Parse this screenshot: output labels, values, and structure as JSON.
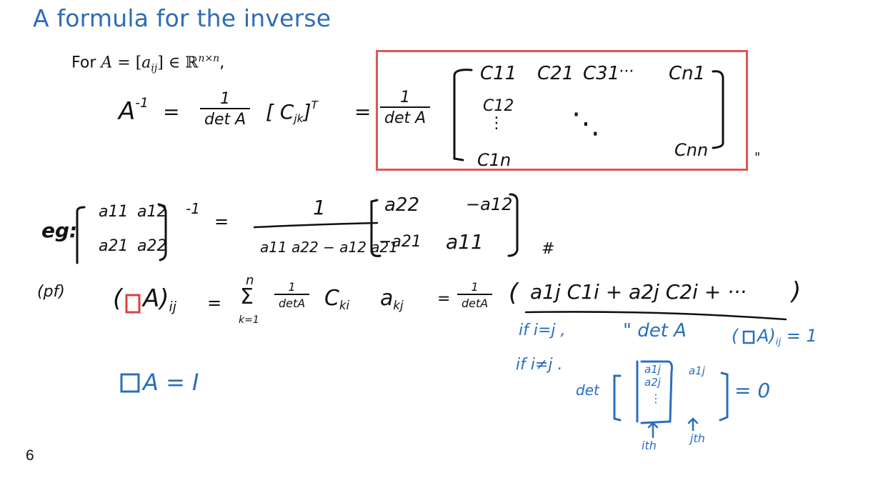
{
  "slide": {
    "title": "A formula for the inverse",
    "page_number": "6",
    "intro": {
      "prefix": "For",
      "math": "A = [a_ij] ∈ ℝ^{n×n},"
    }
  },
  "typeset": {
    "A": "A",
    "eq": "=",
    "a": "a",
    "ij": "ij",
    "in": "∈",
    "R": "ℝ",
    "nxn": "n×n",
    "comma": ","
  },
  "handwriting": {
    "line1": {
      "lhs": "A",
      "lhs_sup": "-1",
      "eq": "=",
      "frac_num": "1",
      "frac_den": "det A",
      "cofactor": "[ C",
      "cofactor_sub": "jk",
      "cofactor_close": "]",
      "transpose": "T",
      "eq2": "="
    },
    "boxed": {
      "frac_num": "1",
      "frac_den": "det A",
      "row1": [
        "C11",
        "C21",
        "C31",
        "···",
        "Cn1"
      ],
      "row2_first": "C12",
      "vdots": "⋮",
      "ddots": "⋱",
      "row_last_first": "C1n",
      "row_last_last": "Cnn",
      "trailing_mark": "\"",
      "box_color": "#e05656"
    },
    "example": {
      "label": "eg:",
      "matrix": [
        [
          "a11",
          "a12"
        ],
        [
          "a21",
          "a22"
        ]
      ],
      "inverse_sup": "-1",
      "eq": "=",
      "frac_num": "1",
      "frac_den": "a11 a22 − a12 a21",
      "result_matrix": [
        [
          "a22",
          "−a12"
        ],
        [
          "−a21",
          "a11"
        ]
      ],
      "end_mark": "#"
    },
    "proof": {
      "label": "(pf)",
      "lhs_box": "□",
      "lhs_rest": "A)",
      "lhs_open": "(",
      "lhs_sub": "ij",
      "eq": "=",
      "sum_top": "n",
      "sum_symbol": "Σ",
      "sum_bottom": "k=1",
      "frac_num": "1",
      "frac_den": "detA",
      "term": "C",
      "term_sub": "ki",
      "term2": "a",
      "term2_sub": "kj",
      "eq2": "=",
      "frac2_num": "1",
      "frac2_den": "detA",
      "expansion_open": "(",
      "expansion": "a1j C1i + a2j C2i + ···",
      "expansion_close": ")"
    },
    "notes_blue": {
      "case_equal": "if i=j ,",
      "case_equal_result": "\" det A",
      "result_ij": "(□A)",
      "result_ij_sub": "ij",
      "result_ij_eq": "= 1",
      "case_notequal": "if i≠j .",
      "det_label": "det",
      "col_i_entries": [
        "a1j",
        "a2j",
        "⋮"
      ],
      "col_j_entry": "a1j",
      "det_eq": "= 0",
      "ith_label": "ith",
      "jth_label": "jth",
      "conclusion_box": "□",
      "conclusion": "A = I",
      "ink_color": "#2a6fbf"
    },
    "colors": {
      "black_ink": "#111111",
      "blue_ink": "#2a6fbf",
      "red_ink": "#d9413f",
      "title": "#2f6cb5"
    }
  }
}
